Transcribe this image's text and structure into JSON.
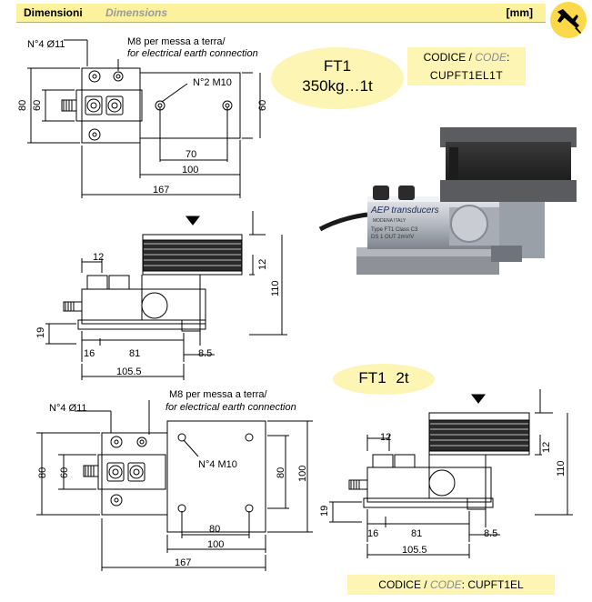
{
  "header": {
    "title_it": "Dimensioni",
    "title_en": "Dimensions",
    "unit": "[mm]",
    "icon": "caliper-icon"
  },
  "model1": {
    "name": "FT1",
    "capacity": "350kg…1t",
    "code_label_it": "CODICE /",
    "code_label_en": "CODE",
    "code_colon": ":",
    "code": "CUPFT1EL1T"
  },
  "model2": {
    "name": "FT1",
    "capacity": "2t",
    "code_label_it": "CODICE /",
    "code_label_en": "CODE",
    "code_colon": ":",
    "code": "CUPFT1EL"
  },
  "drawing1_top": {
    "holes_label": "N°4 Ø11",
    "earth_label_it": "M8 per messa a terra/",
    "earth_label_en": "for electrical earth connection",
    "thread_label": "N°2 M10",
    "dim_80": "80",
    "dim_60": "60",
    "dim_60_right": "60",
    "dim_70": "70",
    "dim_100": "100",
    "dim_167": "167"
  },
  "drawing1_side": {
    "dim_12": "12",
    "dim_12_v": "12",
    "dim_110": "110",
    "dim_19": "19",
    "dim_16": "16",
    "dim_81": "81",
    "dim_8_5": "8.5",
    "dim_105_5": "105.5"
  },
  "drawing2_top": {
    "holes_label": "N°4 Ø11",
    "earth_label_it": "M8 per messa a terra/",
    "earth_label_en": "for electrical earth connection",
    "thread_label": "N°4 M10",
    "dim_80": "80",
    "dim_60": "60",
    "dim_80_right": "80",
    "dim_100_right": "100",
    "dim_80_bottom": "80",
    "dim_100": "100",
    "dim_167": "167"
  },
  "drawing2_side": {
    "dim_12": "12",
    "dim_12_v": "12",
    "dim_110": "110",
    "dim_19": "19",
    "dim_16": "16",
    "dim_81": "81",
    "dim_8_5": "8.5",
    "dim_105_5": "105.5"
  },
  "photo": {
    "brand": "AEP transducers",
    "location": "MODENA ITALY",
    "plate_type": "Type   FT1   Class C3",
    "plate_out": "DS 1    OUT 2mV/V"
  }
}
